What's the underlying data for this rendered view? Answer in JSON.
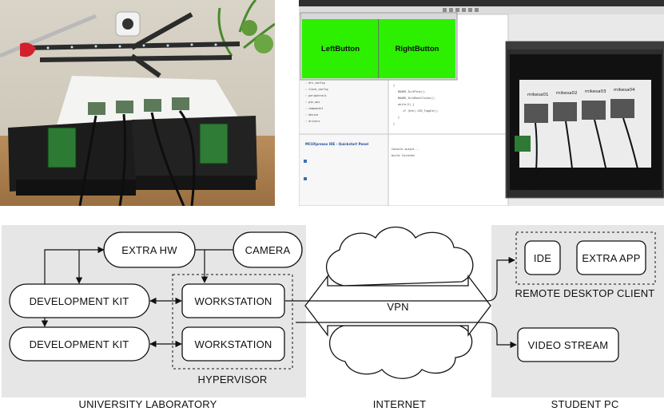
{
  "photos": {
    "lab_photo": {
      "description_name": "lab-setup-photo",
      "board_labels": []
    },
    "screen": {
      "left_button": "LeftButton",
      "right_button": "RightButton",
      "ide_title": "MCUXpresso IDE - Quickstart Panel",
      "video_labels": [
        "mikesa01",
        "mikesa02",
        "mikesa03",
        "mikesa04"
      ]
    }
  },
  "diagram": {
    "zones": {
      "university_lab": "UNIVERSITY LABORATORY",
      "internet": "INTERNET",
      "student_pc": "STUDENT PC"
    },
    "nodes": {
      "extra_hw": "EXTRA HW",
      "camera": "CAMERA",
      "dev_kit_1": "DEVELOPMENT KIT",
      "dev_kit_2": "DEVELOPMENT KIT",
      "workstation_1": "WORKSTATION",
      "workstation_2": "WORKSTATION",
      "hypervisor": "HYPERVISOR",
      "vpn": "VPN",
      "ide": "IDE",
      "extra_app": "EXTRA APP",
      "remote_desktop_client": "REMOTE DESKTOP CLIENT",
      "video_stream": "VIDEO STREAM"
    },
    "colors": {
      "zone_bg": "#e6e6e6",
      "green_button": "#2cf000"
    }
  }
}
